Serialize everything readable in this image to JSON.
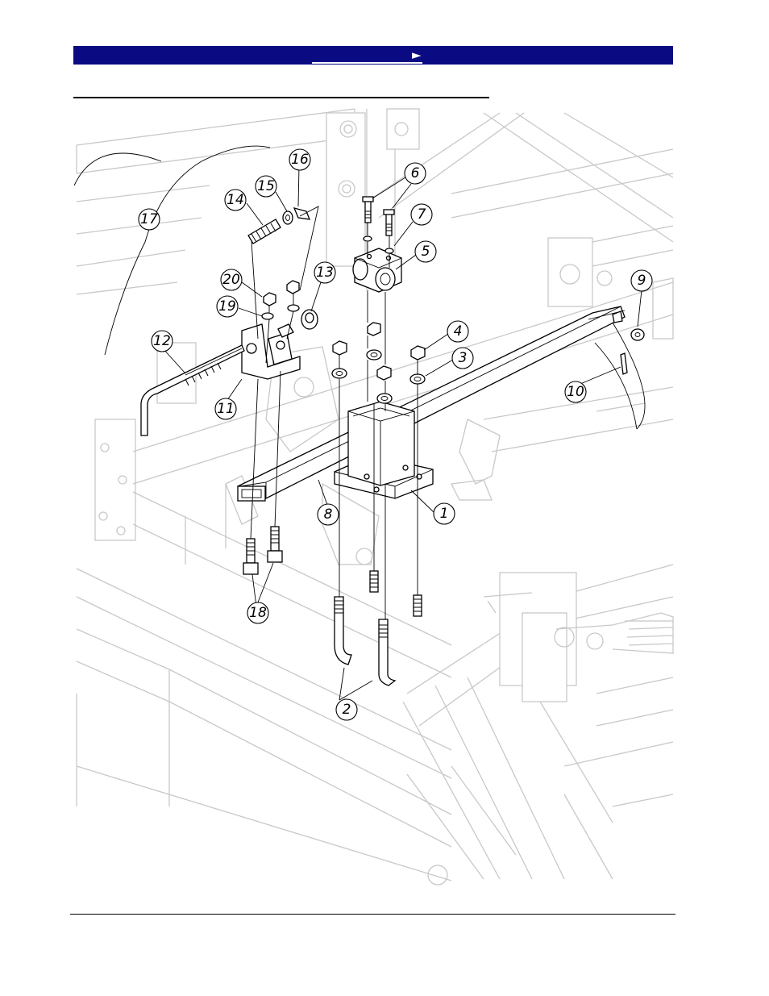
{
  "header": {
    "link_label": "",
    "arrow_glyph": "►",
    "bar_color": "#0a0a82"
  },
  "diagram": {
    "callouts": [
      {
        "id": "1",
        "label": "1"
      },
      {
        "id": "2",
        "label": "2"
      },
      {
        "id": "3",
        "label": "3"
      },
      {
        "id": "4",
        "label": "4"
      },
      {
        "id": "5",
        "label": "5"
      },
      {
        "id": "6",
        "label": "6"
      },
      {
        "id": "7",
        "label": "7"
      },
      {
        "id": "8",
        "label": "8"
      },
      {
        "id": "9",
        "label": "9"
      },
      {
        "id": "10",
        "label": "10"
      },
      {
        "id": "11",
        "label": "11"
      },
      {
        "id": "12",
        "label": "12"
      },
      {
        "id": "13",
        "label": "13"
      },
      {
        "id": "14",
        "label": "14"
      },
      {
        "id": "15",
        "label": "15"
      },
      {
        "id": "16",
        "label": "16"
      },
      {
        "id": "17",
        "label": "17"
      },
      {
        "id": "18",
        "label": "18"
      },
      {
        "id": "19",
        "label": "19"
      },
      {
        "id": "20",
        "label": "20"
      }
    ]
  }
}
